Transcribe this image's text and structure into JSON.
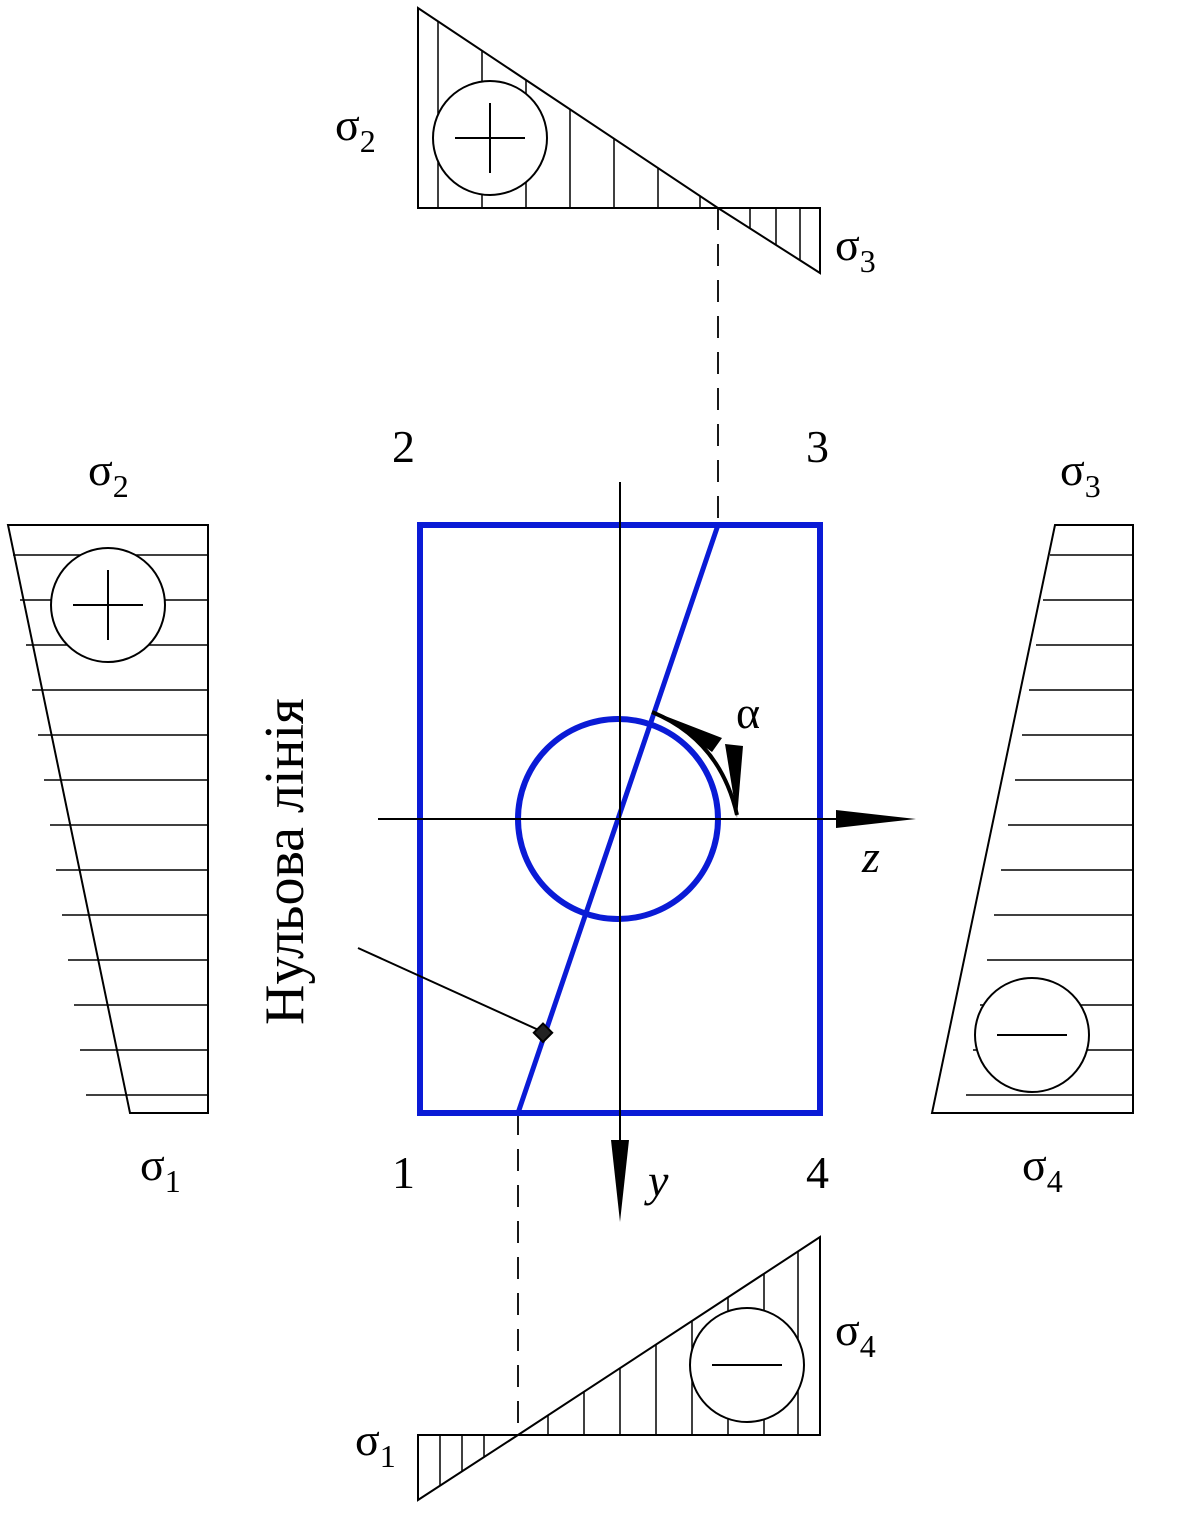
{
  "labels": {
    "sigma": "σ",
    "sub_1": "1",
    "sub_2": "2",
    "sub_3": "3",
    "sub_4": "4",
    "corner_1": "1",
    "corner_2": "2",
    "corner_3": "3",
    "corner_4": "4",
    "axis_z": "z",
    "axis_y": "y",
    "angle": "α",
    "neutral_line": "Нульова лінія"
  },
  "colors": {
    "section": "#0a1bd6",
    "ink": "#000000"
  },
  "signs": {
    "plus_icon": "plus-sign-icon",
    "minus_icon": "minus-sign-icon"
  }
}
